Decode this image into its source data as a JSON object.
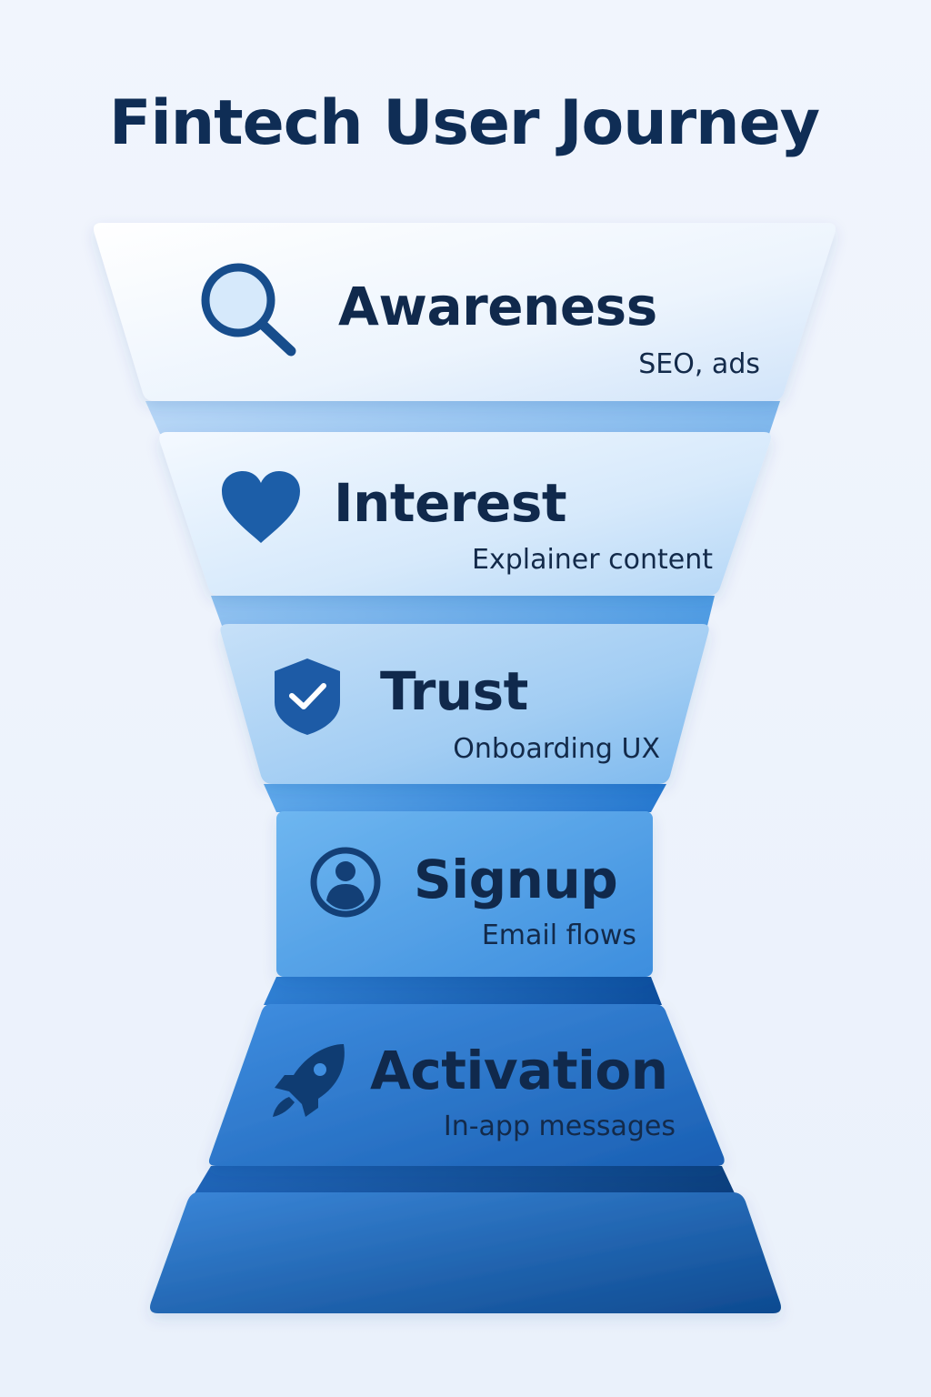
{
  "title": "Fintech User Journey",
  "stages": [
    {
      "title": "Awareness",
      "subtitle": "SEO, ads",
      "icon": "search-icon"
    },
    {
      "title": "Interest",
      "subtitle": "Explainer content",
      "icon": "heart-icon"
    },
    {
      "title": "Trust",
      "subtitle": "Onboarding UX",
      "icon": "shield-check-icon"
    },
    {
      "title": "Signup",
      "subtitle": "Email flows",
      "icon": "user-circle-icon"
    },
    {
      "title": "Activation",
      "subtitle": "In-app messages",
      "icon": "rocket-icon"
    }
  ],
  "colors": {
    "title": "#0f2d55",
    "text": "#10294c",
    "icon": "#174d8c",
    "light_blue": "#dcebfb",
    "mid_blue": "#5aa6ea",
    "dark_blue": "#0e4f98"
  }
}
